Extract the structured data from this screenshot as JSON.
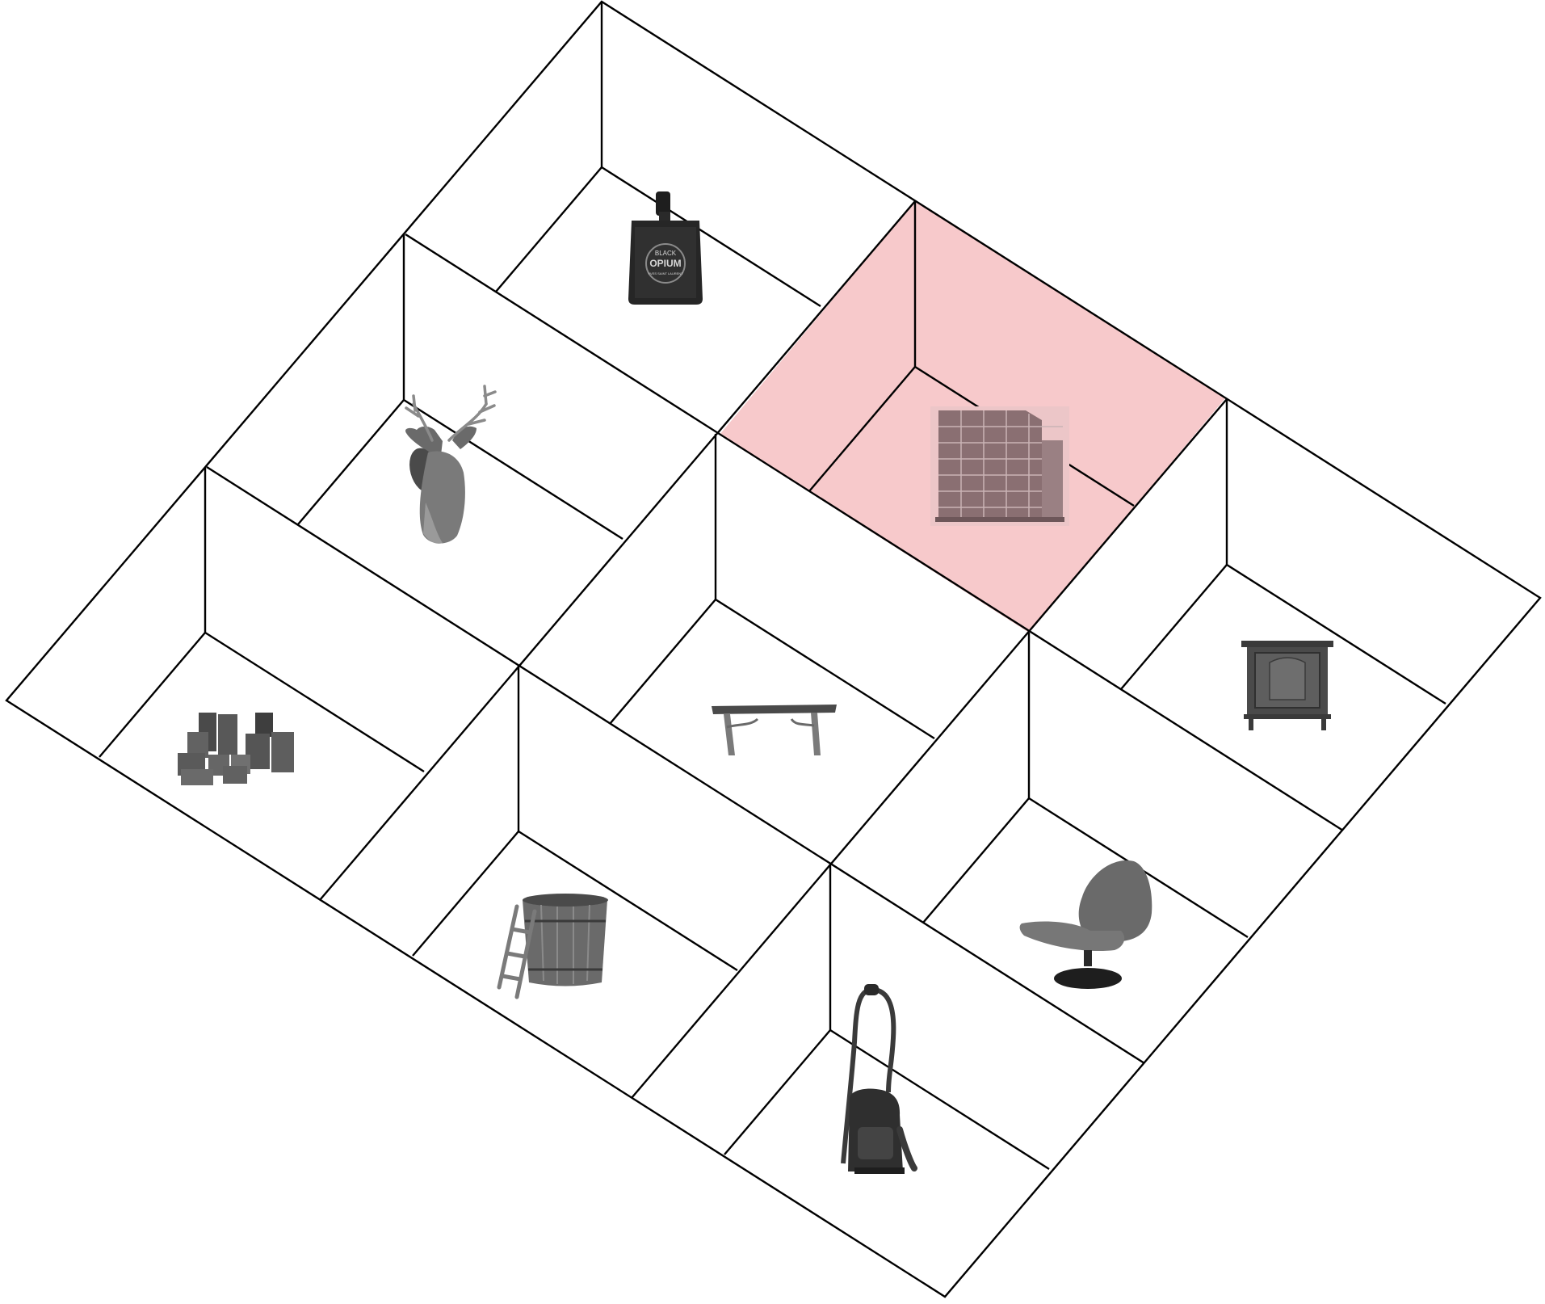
{
  "diagram": {
    "highlight_color": "#f7c9cb",
    "line_color": "#000000",
    "object_color": "#555555",
    "rooms": [
      {
        "id": "perfume",
        "icon": "perfume-bottle-icon",
        "label_line1": "BLACK",
        "label_line2": "OPIUM",
        "label_line3": "YVES SAINT LAURENT"
      },
      {
        "id": "library",
        "icon": "bookshelf-house-icon",
        "highlighted": true
      },
      {
        "id": "deer",
        "icon": "deer-head-icon"
      },
      {
        "id": "cabinet",
        "icon": "cabinet-icon"
      },
      {
        "id": "bench",
        "icon": "bench-icon"
      },
      {
        "id": "blocks",
        "icon": "blocks-icon"
      },
      {
        "id": "armchair",
        "icon": "armchair-icon"
      },
      {
        "id": "tub",
        "icon": "wooden-tub-icon"
      },
      {
        "id": "vacuum",
        "icon": "vacuum-cleaner-icon"
      }
    ]
  }
}
